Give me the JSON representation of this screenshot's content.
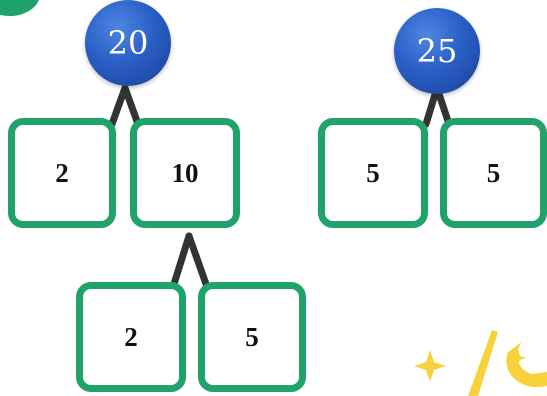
{
  "tree_left": {
    "root": "20",
    "children": [
      "2",
      "10"
    ],
    "grandchildren": [
      "2",
      "5"
    ]
  },
  "tree_right": {
    "root": "25",
    "children": [
      "5",
      "5"
    ]
  },
  "colors": {
    "circle": "#2a5fc6",
    "box_border": "#1fa36a",
    "branch": "#333333",
    "sparkle": "#f7d23c"
  }
}
